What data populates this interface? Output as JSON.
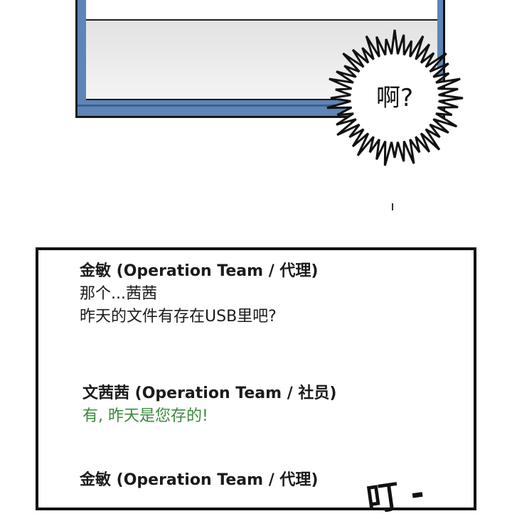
{
  "speech_bubble": {
    "text": "啊?"
  },
  "messages": [
    {
      "sender": "金敏 (Operation Team / 代理)",
      "lines": [
        "那个...茜茜",
        "昨天的文件有存在USB里吧?"
      ]
    },
    {
      "sender": "文茜茜 (Operation Team / 社员)",
      "lines": [
        "有, 昨天是您存的!"
      ]
    },
    {
      "sender": "金敏 (Operation Team / 代理)",
      "lines": []
    }
  ],
  "sound_effect": "叮 -"
}
